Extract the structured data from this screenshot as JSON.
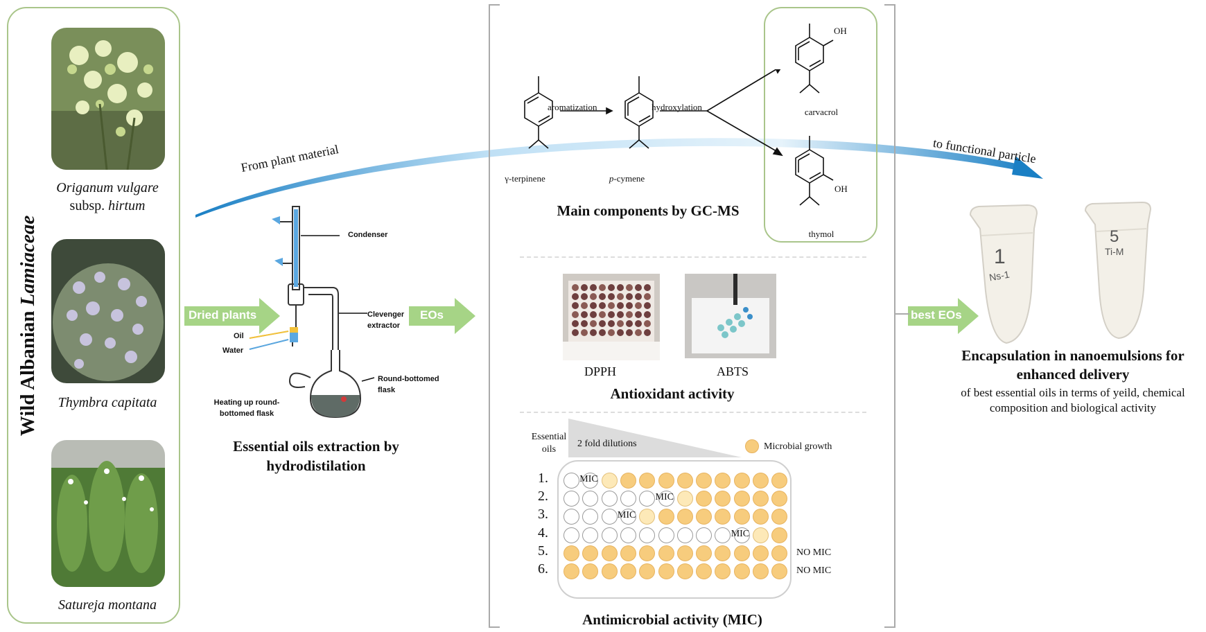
{
  "left_panel": {
    "title_part1": "Wild Albanian ",
    "title_part2": "Lamiaceae",
    "plants": [
      {
        "name": "Origanum vulgare",
        "sub_prefix": "subsp. ",
        "sub_name": "hirtum",
        "icon": "oregano-photo"
      },
      {
        "name": "Thymbra capitata",
        "icon": "thymbra-photo"
      },
      {
        "name": "Satureja montana",
        "icon": "satureja-photo"
      }
    ]
  },
  "flow": {
    "from_plant": "From plant material",
    "to_particle": "to functional particle",
    "dried_plants": "Dried plants",
    "eos": "EOs",
    "best_eos": "best EOs"
  },
  "extraction": {
    "labels": {
      "condenser": "Condenser",
      "clevenger": "Clevenger extractor",
      "oil": "Oil",
      "water": "Water",
      "round_flask": "Round-bottomed flask",
      "heating": "Heating up round-bottomed flask"
    },
    "title": "Essential oils extraction by hydrodistilation"
  },
  "gcms": {
    "steps": {
      "aromatization": "aromatization",
      "hydroxylation": "hydroxylation"
    },
    "compounds": {
      "gamma_terpinene": "γ-terpinene",
      "p_prefix": "p",
      "p_cymene_rest": "-cymene",
      "carvacrol": "carvacrol",
      "thymol": "thymol",
      "oh": "OH"
    },
    "title": "Main components by GC-MS"
  },
  "antioxidant": {
    "dpph": "DPPH",
    "abts": "ABTS",
    "title": "Antioxidant activity"
  },
  "mic": {
    "essential_oils": "Essential oils",
    "dilutions": "2 fold dilutions",
    "legend_growth": "Microbial growth",
    "mic_label": "MIC",
    "no_mic": "NO MIC",
    "rows": [
      {
        "label": "1.",
        "empty_wells": 2,
        "light_well": true,
        "mic": true
      },
      {
        "label": "2.",
        "empty_wells": 6,
        "light_well": true,
        "mic": true
      },
      {
        "label": "3.",
        "empty_wells": 4,
        "light_well": true,
        "mic": true
      },
      {
        "label": "4.",
        "empty_wells": 10,
        "light_well": true,
        "mic": true
      },
      {
        "label": "5.",
        "empty_wells": 0,
        "light_well": false,
        "mic": false
      },
      {
        "label": "6.",
        "empty_wells": 0,
        "light_well": false,
        "mic": false
      }
    ],
    "wells_per_row": 12,
    "title": "Antimicrobial activity (MIC)"
  },
  "encapsulation": {
    "tube1": {
      "line1": "1",
      "line2": "Ns-1"
    },
    "tube2": {
      "line1": "5",
      "line2": "Ti-M"
    },
    "title_line1": "Encapsulation in nanoemulsions for",
    "title_line2": "enhanced delivery",
    "subtitle_line1": "of best essential oils in terms of yeild, chemical",
    "subtitle_line2": "composition and biological activity"
  },
  "colors": {
    "green_arrow": "#a6d486",
    "panel_border": "#a9c58a",
    "blue_arrow": "#1a7fc4",
    "well_full": "#f7cc7d",
    "well_light": "#fde9b8"
  }
}
